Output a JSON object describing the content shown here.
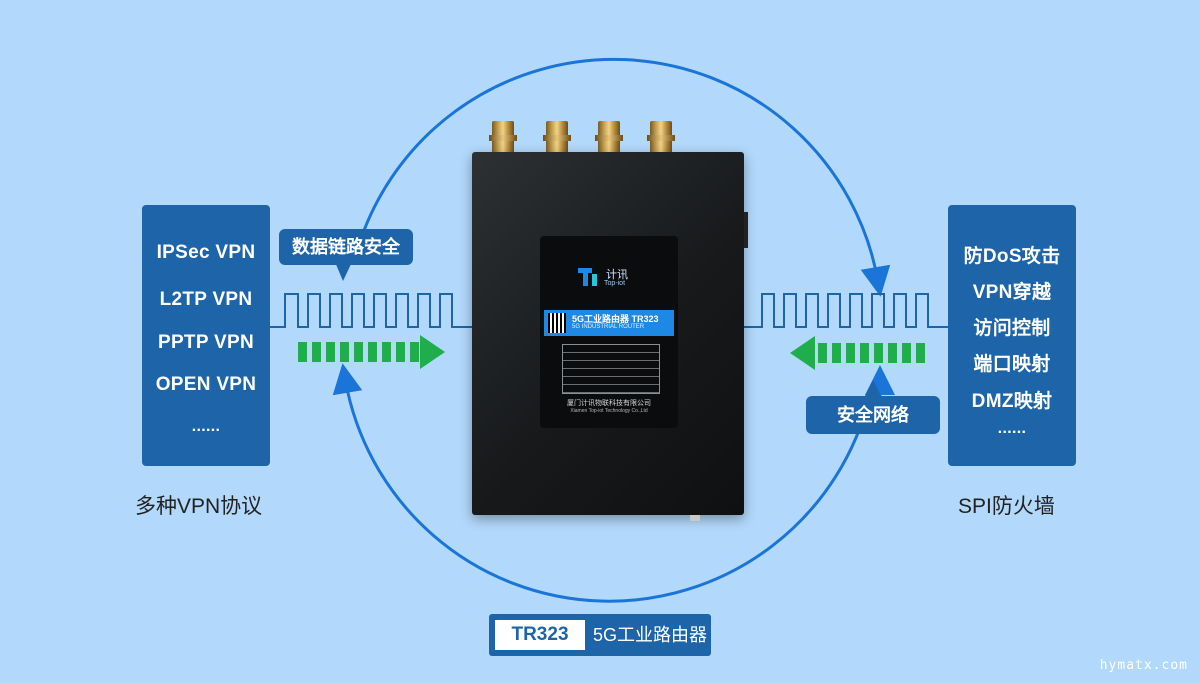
{
  "left_panel": {
    "items": [
      "IPSec VPN",
      "L2TP VPN",
      "PPTP VPN",
      "OPEN VPN",
      "......"
    ],
    "caption": "多种VPN协议",
    "callout": "数据链路安全"
  },
  "right_panel": {
    "items": [
      "防DoS攻击",
      "VPN穿越",
      "访问控制",
      "端口映射",
      "DMZ映射",
      "......"
    ],
    "caption": "SPI防火墙",
    "callout": "安全网络"
  },
  "device": {
    "logo_brand": "计讯",
    "logo_sub": "Top-iot",
    "label_title": "5G工业路由器 TR323",
    "label_subtitle": "5G INDUSTRIAL ROUTER",
    "company_cn": "厦门计讯物联科技有限公司",
    "company_en": "Xiamen Top-iot Technology Co.,Ltd"
  },
  "badge": {
    "model": "TR323",
    "name": "5G工业路由器"
  },
  "colors": {
    "background": "#b2d8fb",
    "panel": "#1e64a8",
    "arrow_green": "#1fae4b",
    "circle": "#1b74d8"
  },
  "watermark": "hymatx.com"
}
